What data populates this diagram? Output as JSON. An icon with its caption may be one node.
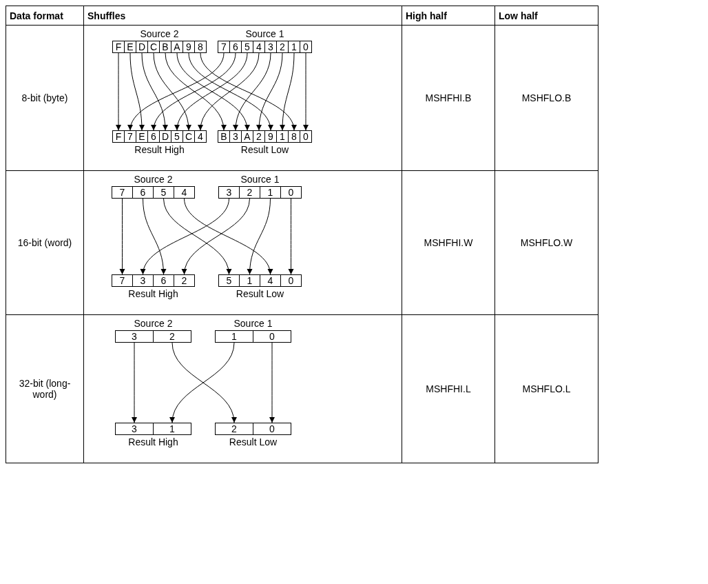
{
  "diagram": {
    "nodes": [
      {
        "text": [
          "Source 2"
        ]
      },
      {
        "text": [
          "F"
        ],
        "in": 0
      },
      {
        "text": [
          "E"
        ],
        "in": 0
      },
      {
        "text": [
          "D"
        ],
        "in": 0
      },
      {
        "text": [
          "C"
        ],
        "in": 0
      },
      {
        "text": [
          "B"
        ],
        "in": 0
      },
      {
        "text": [
          "A"
        ],
        "in": 0
      },
      {
        "text": [
          "9"
        ],
        "in": 0
      },
      {
        "text": [
          "8"
        ],
        "in": 0
      },
      {
        "text": [
          "Source 1"
        ]
      },
      {
        "text": [
          "7"
        ],
        "in": 9
      },
      {
        "text": [
          "6"
        ],
        "in": 9
      },
      {
        "text": [
          "5"
        ],
        "in": 9
      },
      {
        "text": [
          "4"
        ],
        "in": 9
      },
      {
        "text": [
          "3"
        ],
        "in": 9
      },
      {
        "text": [
          "2"
        ],
        "in": 9
      },
      {
        "text": [
          "1"
        ],
        "in": 9
      },
      {
        "text": [
          "0"
        ],
        "in": 9
      },
      {
        "text": [
          "Result High"
        ]
      },
      {
        "text": [
          "F"
        ],
        "in": 18
      },
      {
        "text": [
          "7"
        ],
        "in": 18
      },
      {
        "text": [
          "E"
        ],
        "in": 18
      },
      {
        "text": [
          "6"
        ],
        "in": 18
      },
      {
        "text": [
          "D"
        ],
        "in": 18
      },
      {
        "text": [
          "5"
        ],
        "in": 18
      },
      {
        "text": [
          "C"
        ],
        "in": 18
      },
      {
        "text": [
          "4"
        ],
        "in": 18
      },
      {
        "text": [
          "Result Low"
        ]
      },
      {
        "text": [
          "B"
        ],
        "in": 27
      },
      {
        "text": [
          "3"
        ],
        "in": 27
      },
      {
        "text": [
          "A"
        ],
        "in": 27
      },
      {
        "text": [
          "2"
        ],
        "in": 27
      },
      {
        "text": [
          "9"
        ],
        "in": 27
      },
      {
        "text": [
          "1"
        ],
        "in": 27
      },
      {
        "text": [
          "8"
        ],
        "in": 27
      },
      {
        "text": [
          "0"
        ],
        "in": 27
      },
      {
        "text": [
          "Source 2"
        ]
      },
      {
        "text": [
          "7"
        ],
        "in": 36
      },
      {
        "text": [
          "6"
        ],
        "in": 36
      },
      {
        "text": [
          "5"
        ],
        "in": 36
      },
      {
        "text": [
          "4"
        ],
        "in": 36
      },
      {
        "text": [
          "Source 1"
        ]
      },
      {
        "text": [
          "3"
        ],
        "in": 41
      },
      {
        "text": [
          "2"
        ],
        "in": 41
      },
      {
        "text": [
          "1"
        ],
        "in": 41
      },
      {
        "text": [
          "0"
        ],
        "in": 41
      },
      {
        "text": [
          "Result High"
        ]
      },
      {
        "text": [
          "7"
        ],
        "in": 46
      },
      {
        "text": [
          "3"
        ],
        "in": 46
      },
      {
        "text": [
          "6"
        ],
        "in": 46
      },
      {
        "text": [
          "2"
        ],
        "in": 46
      },
      {
        "text": [
          "Result Low"
        ]
      },
      {
        "text": [
          "5"
        ],
        "in": 51
      },
      {
        "text": [
          "1"
        ],
        "in": 51
      },
      {
        "text": [
          "4"
        ],
        "in": 51
      },
      {
        "text": [
          "0"
        ],
        "in": 51
      },
      {
        "text": [
          "Source 2"
        ]
      },
      {
        "text": [
          "3"
        ],
        "in": 56
      },
      {
        "text": [
          "2"
        ],
        "in": 56
      },
      {
        "text": [
          "Source 1"
        ]
      },
      {
        "text": [
          "1"
        ],
        "in": 59
      },
      {
        "text": [
          "0"
        ],
        "in": 59
      },
      {
        "text": [
          "Result High"
        ]
      },
      {
        "text": [
          "3"
        ],
        "in": 62
      },
      {
        "text": [
          "1"
        ],
        "in": 62
      },
      {
        "text": [
          "Result Low"
        ]
      },
      {
        "text": [
          "2"
        ],
        "in": 65
      },
      {
        "text": [
          "0"
        ],
        "in": 65
      }
    ],
    "edges": [
      {
        "from": 1,
        "to": 19,
        "arrow": "to"
      },
      {
        "from": 2,
        "to": 21,
        "arrow": "to"
      },
      {
        "from": 3,
        "to": 23,
        "arrow": "to"
      },
      {
        "from": 4,
        "to": 25,
        "arrow": "to"
      },
      {
        "from": 5,
        "to": 28,
        "arrow": "to"
      },
      {
        "from": 6,
        "to": 30,
        "arrow": "to"
      },
      {
        "from": 7,
        "to": 32,
        "arrow": "to"
      },
      {
        "from": 8,
        "to": 34,
        "arrow": "to"
      },
      {
        "from": 10,
        "to": 20,
        "arrow": "to"
      },
      {
        "from": 11,
        "to": 22,
        "arrow": "to"
      },
      {
        "from": 12,
        "to": 24,
        "arrow": "to"
      },
      {
        "from": 13,
        "to": 26,
        "arrow": "to"
      },
      {
        "from": 14,
        "to": 29,
        "arrow": "to"
      },
      {
        "from": 15,
        "to": 31,
        "arrow": "to"
      },
      {
        "from": 16,
        "to": 33,
        "arrow": "to"
      },
      {
        "from": 17,
        "to": 35,
        "arrow": "to"
      },
      {
        "from": 37,
        "to": 47,
        "arrow": "to"
      },
      {
        "from": 38,
        "to": 49,
        "arrow": "to"
      },
      {
        "from": 39,
        "to": 52,
        "arrow": "to"
      },
      {
        "from": 40,
        "to": 54,
        "arrow": "to"
      },
      {
        "from": 42,
        "to": 48,
        "arrow": "to"
      },
      {
        "from": 43,
        "to": 50,
        "arrow": "to"
      },
      {
        "from": 44,
        "to": 53,
        "arrow": "to"
      },
      {
        "from": 45,
        "to": 55,
        "arrow": "to"
      },
      {
        "from": 57,
        "to": 63,
        "arrow": "to"
      },
      {
        "from": 58,
        "to": 66,
        "arrow": "to"
      },
      {
        "from": 60,
        "to": 64,
        "arrow": "to"
      },
      {
        "from": 61,
        "to": 67,
        "arrow": "to"
      }
    ],
    "labels": [
      "Data format",
      "Shuffles",
      "High half",
      "Low half",
      "8-bit (byte)",
      "MSHFHI.B",
      "MSHFLO.B",
      "16-bit (word)",
      "MSHFHI.W",
      "MSHFLO.W",
      "32-bit (long-word)",
      "MSHFHI.L",
      "MSHFLO.L"
    ]
  }
}
